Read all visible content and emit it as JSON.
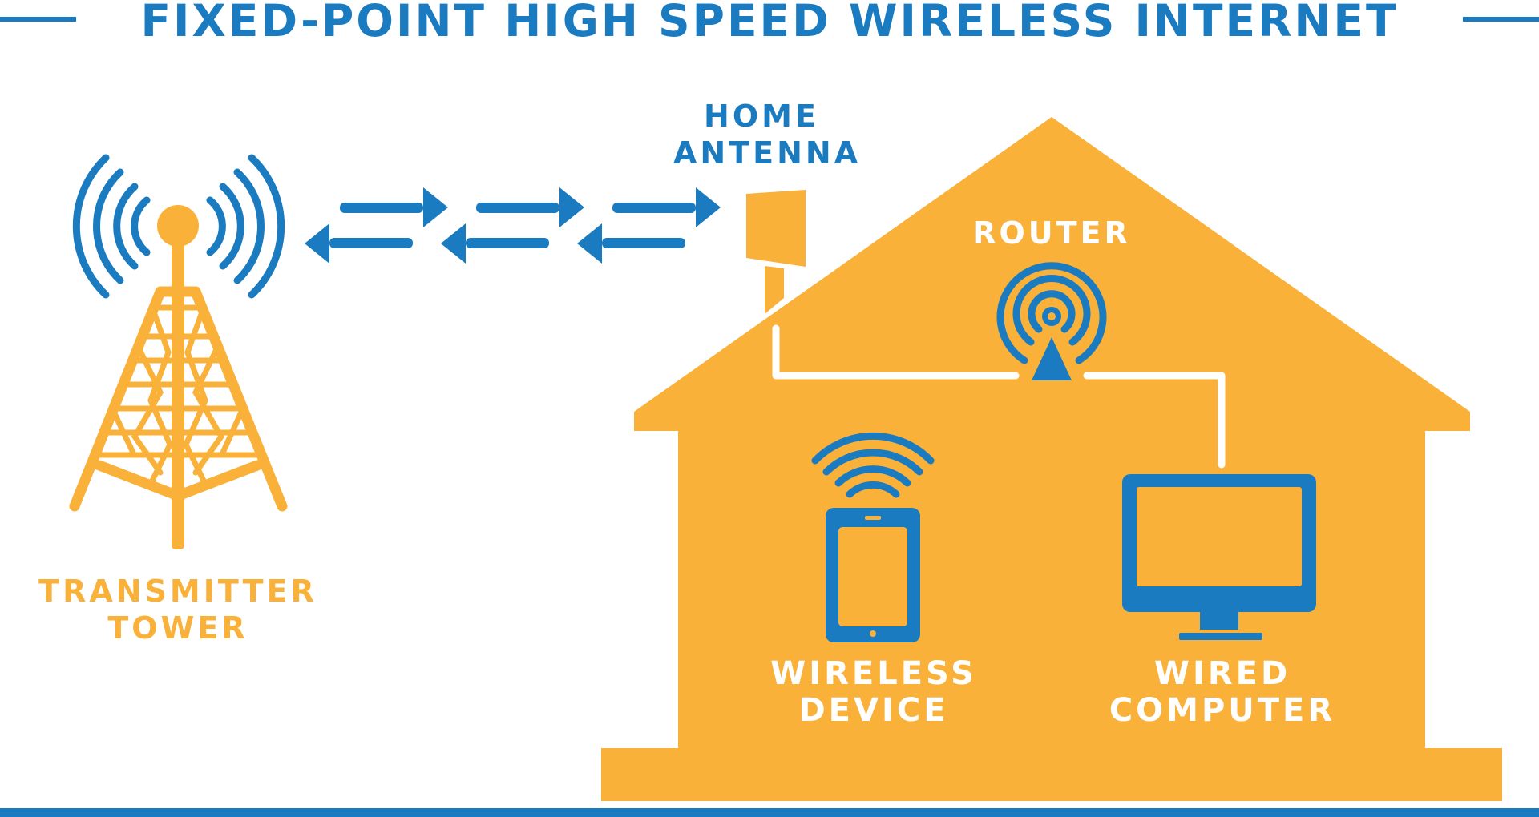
{
  "title": "FIXED-POINT HIGH SPEED WIRELESS INTERNET",
  "labels": {
    "home_antenna": [
      "HOME",
      "ANTENNA"
    ],
    "router": "ROUTER",
    "transmitter_tower": [
      "TRANSMITTER",
      "TOWER"
    ],
    "wireless_device": [
      "WIRELESS",
      "DEVICE"
    ],
    "wired_computer": [
      "WIRED",
      "COMPUTER"
    ]
  },
  "colors": {
    "blue": "#1b7bc0",
    "orange": "#f9b13a",
    "white": "#ffffff"
  },
  "icons": [
    "transmitter-tower-icon",
    "antenna-icon",
    "router-icon",
    "tablet-icon",
    "monitor-icon",
    "signal-wave-icon",
    "arrow-right-icon",
    "arrow-left-icon",
    "house-icon"
  ]
}
